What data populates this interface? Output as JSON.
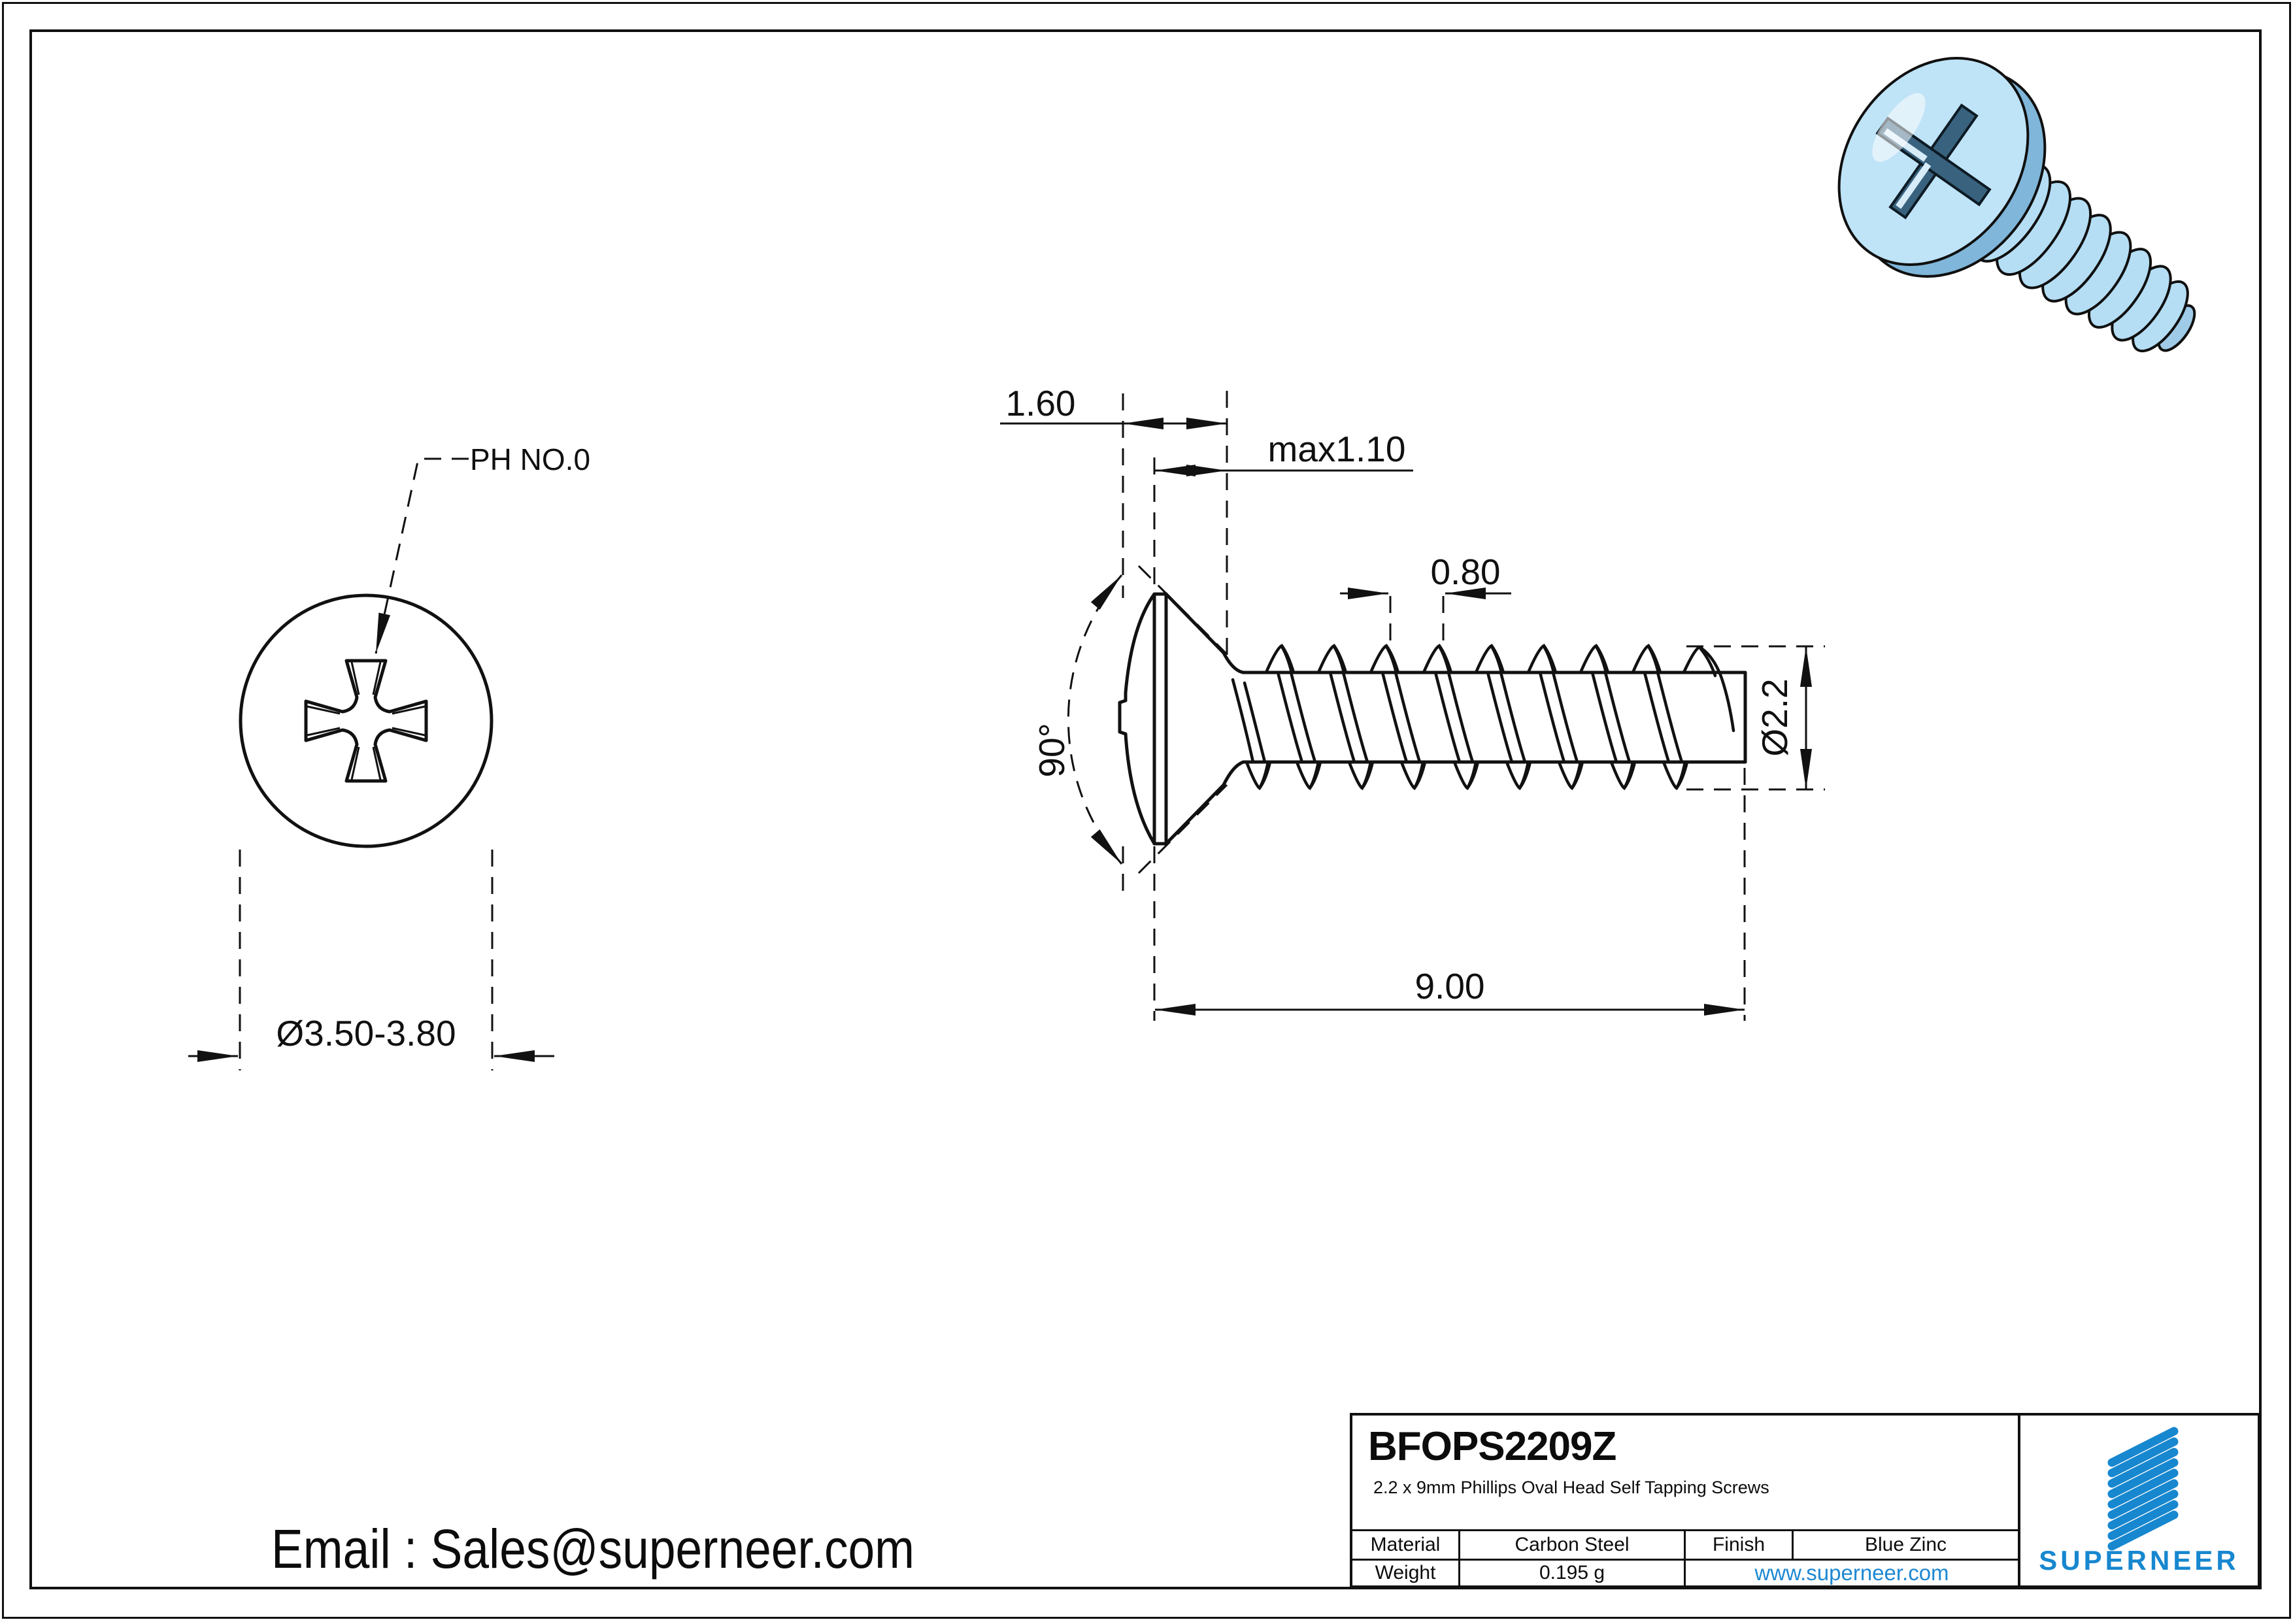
{
  "front_view": {
    "callout": "PH NO.0",
    "diameter": "Ø3.50-3.80"
  },
  "side_view": {
    "head_height": "1.60",
    "recess_depth": "max1.10",
    "pitch": "0.80",
    "angle": "90°",
    "diameter": "Ø2.2",
    "length": "9.00"
  },
  "contact": {
    "email": "Email : Sales@superneer.com"
  },
  "title_block": {
    "part_number": "BFOPS2209Z",
    "description": "2.2 x 9mm Phillips Oval Head Self Tapping Screws",
    "material_label": "Material",
    "material_value": "Carbon Steel",
    "finish_label": "Finish",
    "finish_value": "Blue Zinc",
    "weight_label": "Weight",
    "weight_value": "0.195 g",
    "website": "www.superneer.com",
    "brand": "SUPERNEER",
    "colors": {
      "accent_blue": "#1787cf",
      "link_blue": "#1e88d2"
    }
  }
}
